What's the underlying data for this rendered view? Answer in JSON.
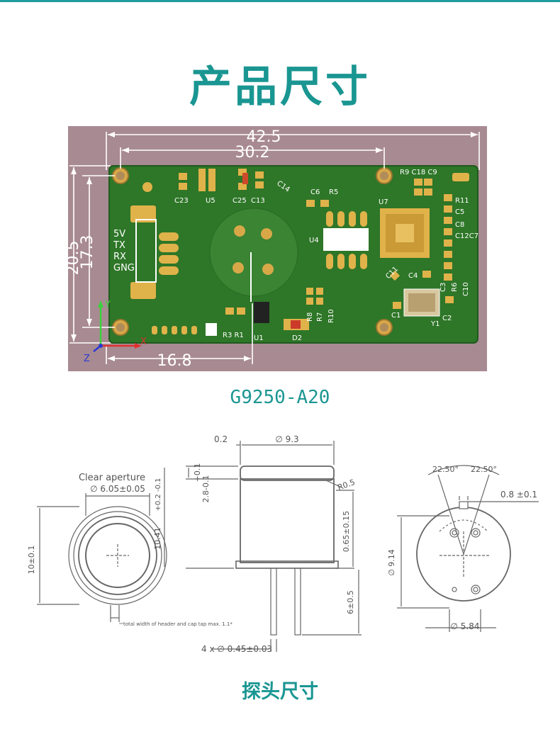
{
  "page": {
    "title": "产品尺寸",
    "model": "G9250-A20",
    "probe_title": "探头尺寸"
  },
  "pcb": {
    "dims": {
      "overall_width": "42.5",
      "hole_spacing": "30.2",
      "overall_height": "20.5",
      "hole_height": "17.3",
      "bottom_offset": "16.8"
    },
    "pin_labels": [
      "5V",
      "TX",
      "RX",
      "GNG"
    ],
    "refs": {
      "c23": "C23",
      "u5": "U5",
      "c25": "C25",
      "c13": "C13",
      "c14": "C14",
      "c6": "C6",
      "r5": "R5",
      "u7": "U7",
      "u4": "U4",
      "r9c18c9": "R9 C18 C9",
      "r11": "R11",
      "c5": "C5",
      "c8": "C8",
      "c12c7": "C12C7",
      "c11": "C11",
      "c4": "C4",
      "c3": "C3",
      "r6": "R6",
      "c10": "C10",
      "c1": "C1",
      "y1": "Y1",
      "c2": "C2",
      "r8": "R8",
      "r7": "R7",
      "r10": "R10",
      "r3r1": "R3 R1",
      "u1": "U1",
      "d2": "D2"
    },
    "axes": {
      "x": "X",
      "y": "Y",
      "z": "Z"
    }
  },
  "probe": {
    "front": {
      "aperture_label": "Clear aperture",
      "aperture_dim": "∅ 6.05±0.05",
      "height_dim": "10±0.1",
      "note": "total width of header and cap tap max. 1.1*"
    },
    "side": {
      "wall": "0.2",
      "diameter": "∅ 9.3",
      "cap_height": "2.8-0.1",
      "cap_tol": "+0.1",
      "body_height": "10.41",
      "body_tol": "+0.2 -0.1",
      "radius": "R0.5",
      "upper": "0.65±0.15",
      "pins": "6±0.5",
      "pin_dia": "4 x ∅ 0.45±0.03"
    },
    "bottom": {
      "angle_left": "22.50°",
      "angle_right": "22.50°",
      "tab": "0.8 ±0.1",
      "pitch_v": "∅ 9.14",
      "pitch_h": "∅ 5.84"
    }
  },
  "colors": {
    "accent": "#1a9692",
    "pcb_green": "#2f7a2a",
    "pcb_bg": "#a68a90",
    "pad_gold": "#e0b24a",
    "dim_line": "#ffffff"
  }
}
